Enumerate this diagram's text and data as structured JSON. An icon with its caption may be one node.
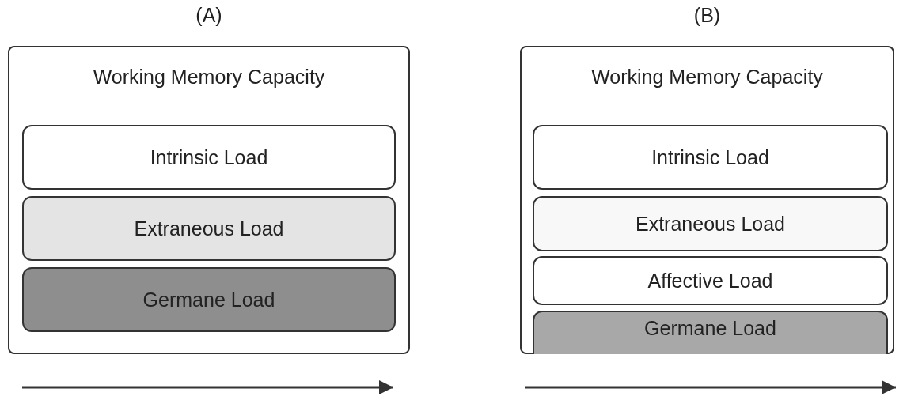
{
  "diagram": {
    "nodes": [
      {
        "text": [
          "(A)",
          "Working Memory Capacity"
        ]
      },
      {
        "text": [
          "Intrinsic Load"
        ],
        "in": 0
      },
      {
        "text": [
          "Extraneous Load"
        ],
        "in": 0
      },
      {
        "text": [
          "Germane Load"
        ],
        "in": 0
      },
      {
        "text": [
          "(B)",
          "Working Memory Capacity"
        ]
      },
      {
        "text": [
          "Intrinsic Load"
        ],
        "in": 4
      },
      {
        "text": [
          "Extraneous Load"
        ],
        "in": 4
      },
      {
        "text": [
          "Affective Load"
        ],
        "in": 4
      },
      {
        "text": [
          "Germane Load"
        ],
        "in": 4
      }
    ]
  }
}
